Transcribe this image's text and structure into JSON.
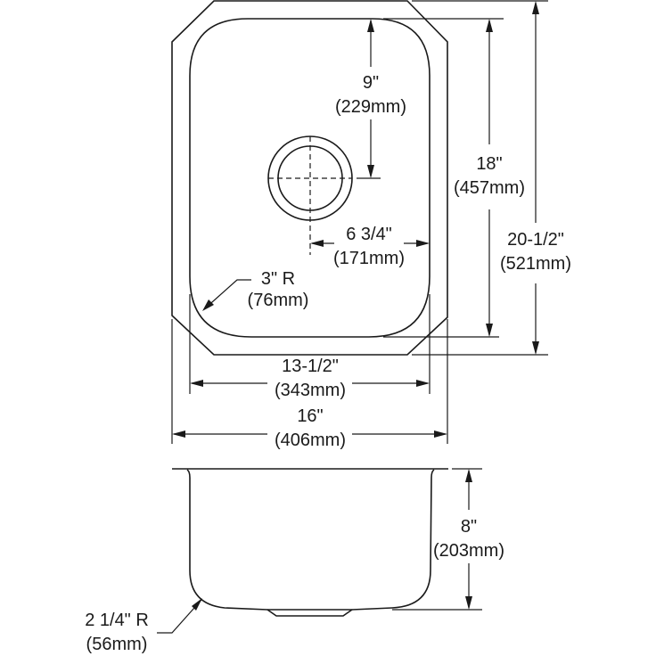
{
  "dimensions": {
    "drain_offset_vertical": {
      "imperial": "9\"",
      "metric": "(229mm)"
    },
    "bowl_length": {
      "imperial": "18\"",
      "metric": "(457mm)"
    },
    "overall_length": {
      "imperial": "20-1/2\"",
      "metric": "(521mm)"
    },
    "drain_offset_horizontal": {
      "imperial": "6 3/4\"",
      "metric": "(171mm)"
    },
    "corner_radius": {
      "imperial": "3\" R",
      "metric": "(76mm)"
    },
    "bowl_width": {
      "imperial": "13-1/2\"",
      "metric": "(343mm)"
    },
    "overall_width": {
      "imperial": "16\"",
      "metric": "(406mm)"
    },
    "depth": {
      "imperial": "8\"",
      "metric": "(203mm)"
    },
    "bottom_radius": {
      "imperial": "2 1/4\" R",
      "metric": "(56mm)"
    }
  }
}
